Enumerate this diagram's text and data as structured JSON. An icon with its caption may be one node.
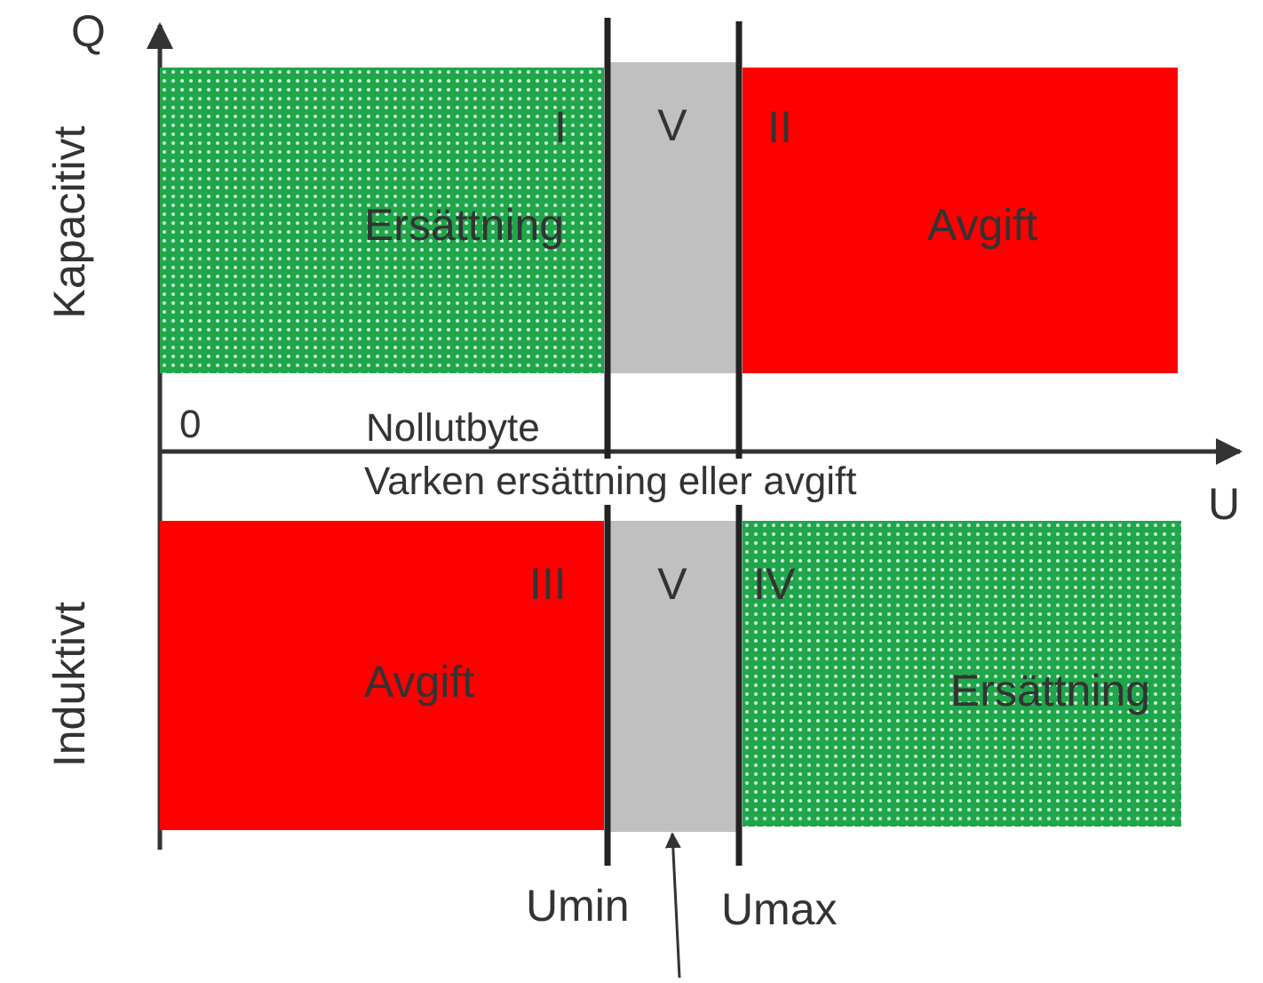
{
  "diagram": {
    "nodes": [
      {
        "text": [
          "I",
          "Ersättning"
        ]
      },
      {
        "text": [
          "V"
        ]
      },
      {
        "text": [
          "II",
          "Avgift"
        ]
      },
      {
        "text": [
          "III",
          "Avgift"
        ]
      },
      {
        "text": [
          "V"
        ]
      },
      {
        "text": [
          "IV",
          "Ersättning"
        ]
      }
    ],
    "edges": [
      {
        "from": null,
        "to": 4,
        "arrow": "to"
      }
    ],
    "labels": [
      "Q",
      "Kapacitivt",
      "0",
      "Nollutbyte",
      "Varken ersättning eller avgift",
      "U",
      "Induktivt",
      "Umin",
      "Umax"
    ]
  }
}
